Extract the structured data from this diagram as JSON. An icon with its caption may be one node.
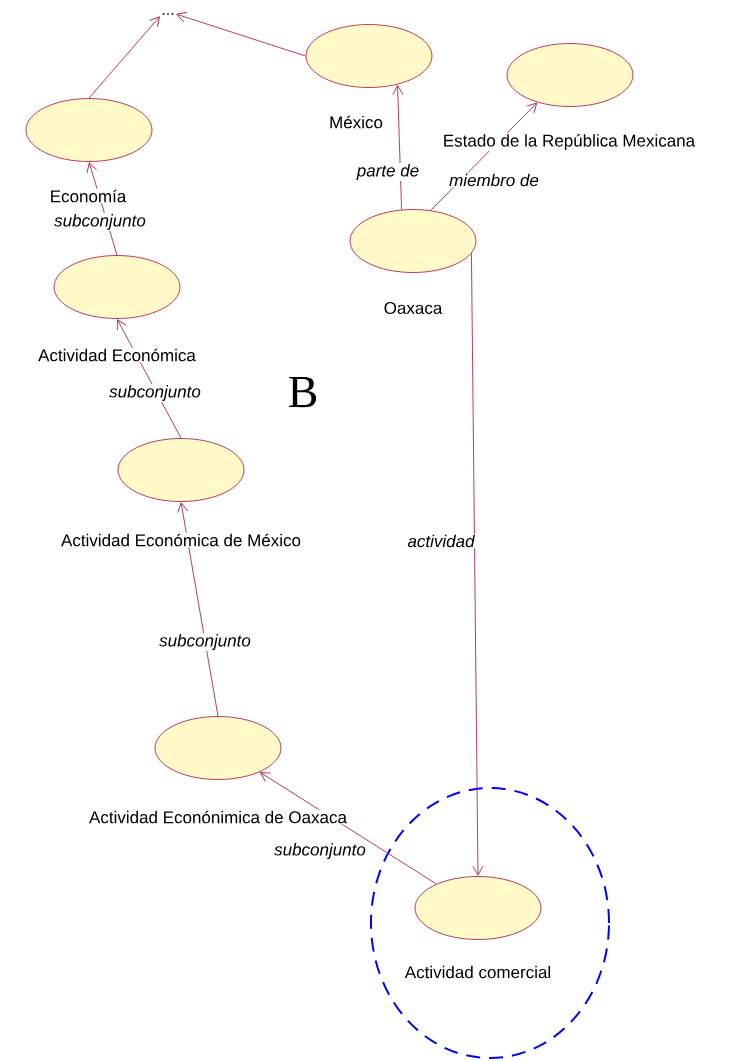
{
  "diagram": {
    "nodes": [
      {
        "text": [
          "..."
        ]
      },
      {
        "text": [
          "México"
        ]
      },
      {
        "text": [
          "Estado de la República Mexicana"
        ]
      },
      {
        "text": [
          "Economía"
        ]
      },
      {
        "text": [
          "Oaxaca"
        ]
      },
      {
        "text": [
          "Actividad Económica"
        ]
      },
      {
        "text": [
          "Actividad Económica de México"
        ]
      },
      {
        "text": [
          "Actividad Econónimica de Oaxaca"
        ]
      },
      {
        "text": [],
        "shape": "circle"
      },
      {
        "text": [
          "Actividad comercial"
        ],
        "in": 8
      }
    ],
    "edges": [
      {
        "from": 3,
        "to": 0,
        "arrow": "to"
      },
      {
        "from": 1,
        "to": 0,
        "arrow": "to"
      },
      {
        "from": 4,
        "to": 1,
        "arrow": "to",
        "label": "parte de"
      },
      {
        "from": 4,
        "to": 2,
        "arrow": "to",
        "label": "miembro de"
      },
      {
        "from": 5,
        "to": 3,
        "arrow": "to",
        "label": "subconjunto"
      },
      {
        "from": 6,
        "to": 5,
        "arrow": "to",
        "label": "subconjunto"
      },
      {
        "from": 7,
        "to": 6,
        "arrow": "to",
        "label": "subconjunto"
      },
      {
        "from": 9,
        "to": 7,
        "arrow": "to",
        "label": "subconjunto"
      },
      {
        "from": 4,
        "to": 9,
        "arrow": "to",
        "label": "actividad"
      }
    ],
    "labels": [
      "B"
    ]
  }
}
